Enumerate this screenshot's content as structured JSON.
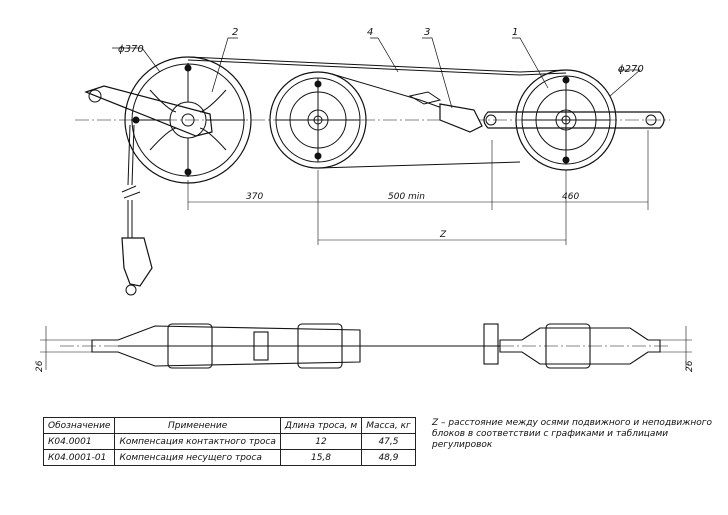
{
  "callouts": {
    "c1": "1",
    "c2": "2",
    "c3": "3",
    "c4": "4",
    "dia_large": "ϕ370",
    "dia_small": "ϕ270"
  },
  "dimensions": {
    "d370": "370",
    "d500": "500 min",
    "d460": "460",
    "dz": "Z",
    "h26_left": "26",
    "h26_right": "26"
  },
  "spec_table": {
    "headers": [
      "Обозначение",
      "Применение",
      "Длина троса, м",
      "Масса, кг"
    ],
    "rows": [
      [
        "К04.0001",
        "Компенсация контактного троса",
        "12",
        "47,5"
      ],
      [
        "К04.0001-01",
        "Компенсация несущего троса",
        "15,8",
        "48,9"
      ]
    ]
  },
  "note": {
    "line1": "Z – расстояние между осями подвижного и неподвижного",
    "line2": "блоков в соответствии с графиками и таблицами регулировок"
  }
}
